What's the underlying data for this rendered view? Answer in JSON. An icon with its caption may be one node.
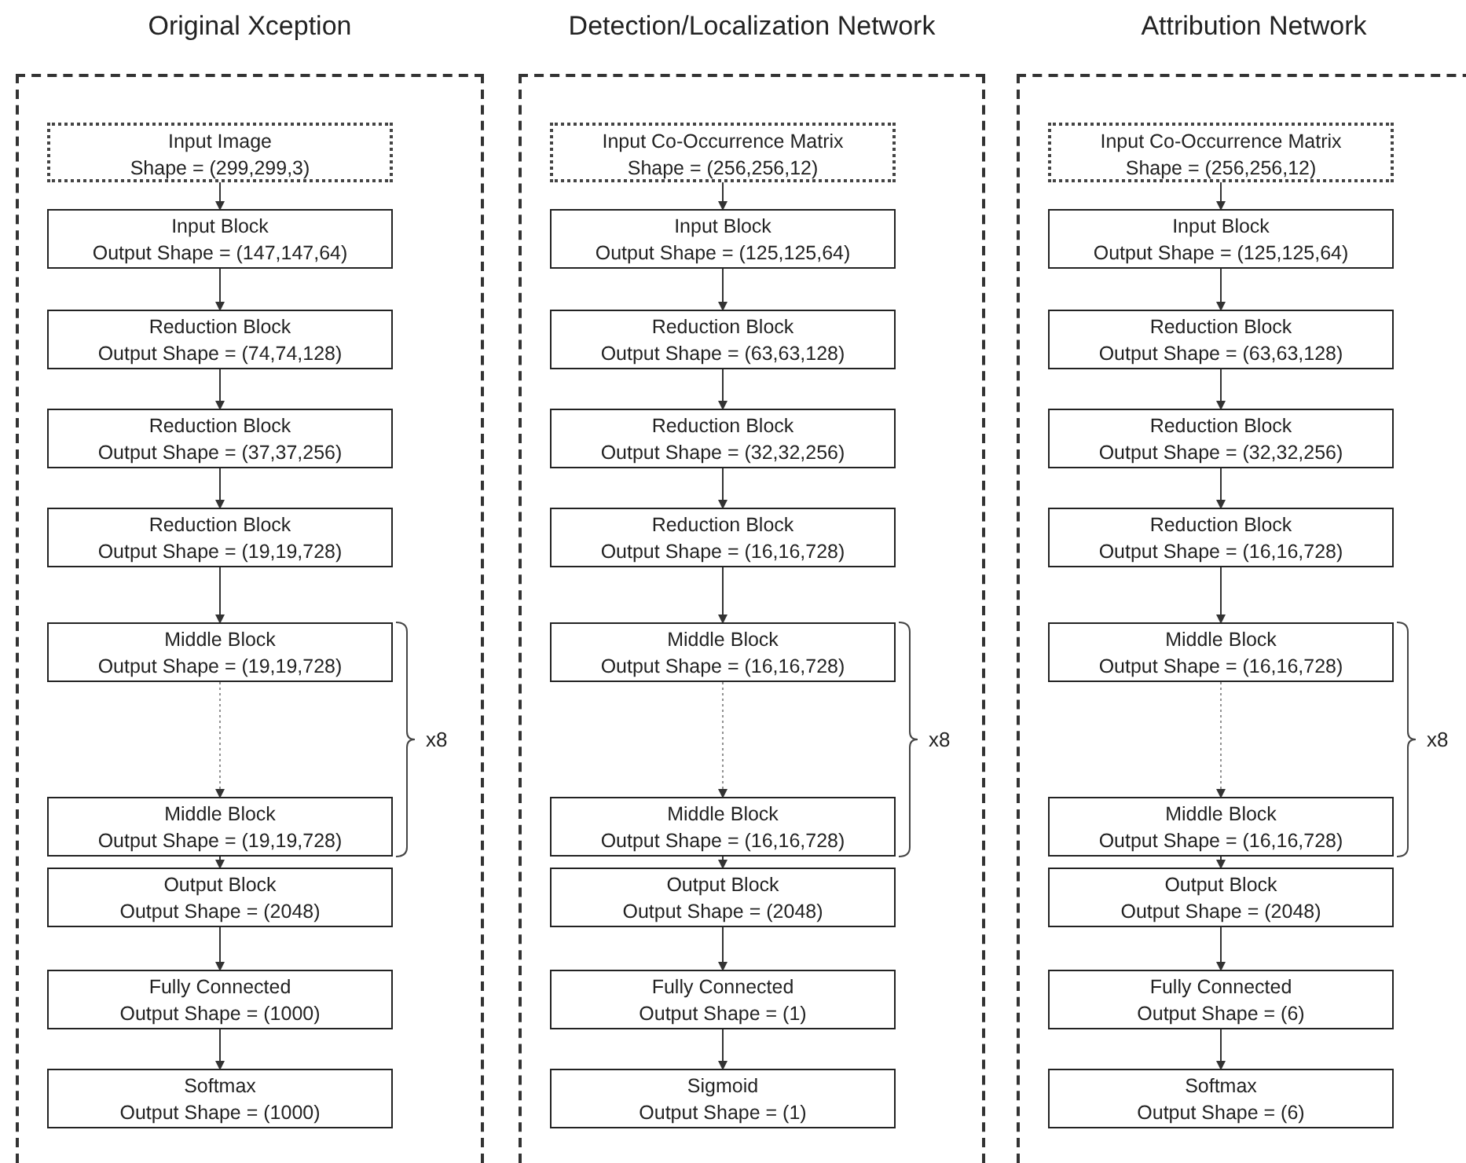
{
  "diagram": {
    "nodes": [
      {
        "text": [
          "Original Xception"
        ]
      },
      {
        "text": [
          "Input Image",
          "Shape = (299,299,3)"
        ],
        "in": 0
      },
      {
        "text": [
          "Input Block",
          "Output Shape = (147,147,64)"
        ],
        "in": 0
      },
      {
        "text": [
          "Reduction Block",
          "Output Shape = (74,74,128)"
        ],
        "in": 0
      },
      {
        "text": [
          "Reduction Block",
          "Output Shape = (37,37,256)"
        ],
        "in": 0
      },
      {
        "text": [
          "Reduction Block",
          "Output Shape = (19,19,728)"
        ],
        "in": 0
      },
      {
        "text": [
          "Middle Block",
          "Output Shape = (19,19,728)"
        ],
        "in": 0
      },
      {
        "text": [
          "Middle Block",
          "Output Shape = (19,19,728)"
        ],
        "in": 0
      },
      {
        "text": [
          "Output Block",
          "Output Shape = (2048)"
        ],
        "in": 0
      },
      {
        "text": [
          "Fully Connected",
          "Output Shape = (1000)"
        ],
        "in": 0
      },
      {
        "text": [
          "Softmax",
          "Output Shape = (1000)"
        ],
        "in": 0
      },
      {
        "text": [
          "Detection/Localization Network"
        ]
      },
      {
        "text": [
          "Input Co-Occurrence Matrix",
          "Shape = (256,256,12)"
        ],
        "in": 11
      },
      {
        "text": [
          "Input Block",
          "Output Shape = (125,125,64)"
        ],
        "in": 11
      },
      {
        "text": [
          "Reduction Block",
          "Output Shape = (63,63,128)"
        ],
        "in": 11
      },
      {
        "text": [
          "Reduction Block",
          "Output Shape = (32,32,256)"
        ],
        "in": 11
      },
      {
        "text": [
          "Reduction Block",
          "Output Shape = (16,16,728)"
        ],
        "in": 11
      },
      {
        "text": [
          "Middle Block",
          "Output Shape = (16,16,728)"
        ],
        "in": 11
      },
      {
        "text": [
          "Middle Block",
          "Output Shape = (16,16,728)"
        ],
        "in": 11
      },
      {
        "text": [
          "Output Block",
          "Output Shape = (2048)"
        ],
        "in": 11
      },
      {
        "text": [
          "Fully Connected",
          "Output Shape = (1)"
        ],
        "in": 11
      },
      {
        "text": [
          "Sigmoid",
          "Output Shape = (1)"
        ],
        "in": 11
      },
      {
        "text": [
          "Attribution Network"
        ]
      },
      {
        "text": [
          "Input Co-Occurrence Matrix",
          "Shape = (256,256,12)"
        ],
        "in": 22
      },
      {
        "text": [
          "Input Block",
          "Output Shape = (125,125,64)"
        ],
        "in": 22
      },
      {
        "text": [
          "Reduction Block",
          "Output Shape = (63,63,128)"
        ],
        "in": 22
      },
      {
        "text": [
          "Reduction Block",
          "Output Shape = (32,32,256)"
        ],
        "in": 22
      },
      {
        "text": [
          "Reduction Block",
          "Output Shape = (16,16,728)"
        ],
        "in": 22
      },
      {
        "text": [
          "Middle Block",
          "Output Shape = (16,16,728)"
        ],
        "in": 22
      },
      {
        "text": [
          "Middle Block",
          "Output Shape = (16,16,728)"
        ],
        "in": 22
      },
      {
        "text": [
          "Output Block",
          "Output Shape = (2048)"
        ],
        "in": 22
      },
      {
        "text": [
          "Fully Connected",
          "Output Shape = (6)"
        ],
        "in": 22
      },
      {
        "text": [
          "Softmax",
          "Output Shape = (6)"
        ],
        "in": 22
      }
    ],
    "edges": [
      {
        "from": 1,
        "to": 2,
        "arrow": "to"
      },
      {
        "from": 2,
        "to": 3,
        "arrow": "to"
      },
      {
        "from": 3,
        "to": 4,
        "arrow": "to"
      },
      {
        "from": 4,
        "to": 5,
        "arrow": "to"
      },
      {
        "from": 5,
        "to": 6,
        "arrow": "to"
      },
      {
        "from": 6,
        "to": 7,
        "arrow": "to",
        "style": "dashed"
      },
      {
        "from": 7,
        "to": 8,
        "arrow": "to"
      },
      {
        "from": 8,
        "to": 9,
        "arrow": "to"
      },
      {
        "from": 9,
        "to": 10,
        "arrow": "to"
      },
      {
        "from": 12,
        "to": 13,
        "arrow": "to"
      },
      {
        "from": 13,
        "to": 14,
        "arrow": "to"
      },
      {
        "from": 14,
        "to": 15,
        "arrow": "to"
      },
      {
        "from": 15,
        "to": 16,
        "arrow": "to"
      },
      {
        "from": 16,
        "to": 17,
        "arrow": "to"
      },
      {
        "from": 17,
        "to": 18,
        "arrow": "to",
        "style": "dashed"
      },
      {
        "from": 18,
        "to": 19,
        "arrow": "to"
      },
      {
        "from": 19,
        "to": 20,
        "arrow": "to"
      },
      {
        "from": 20,
        "to": 21,
        "arrow": "to"
      },
      {
        "from": 23,
        "to": 24,
        "arrow": "to"
      },
      {
        "from": 24,
        "to": 25,
        "arrow": "to"
      },
      {
        "from": 25,
        "to": 26,
        "arrow": "to"
      },
      {
        "from": 26,
        "to": 27,
        "arrow": "to"
      },
      {
        "from": 27,
        "to": 28,
        "arrow": "to"
      },
      {
        "from": 28,
        "to": 29,
        "arrow": "to",
        "style": "dashed"
      },
      {
        "from": 29,
        "to": 30,
        "arrow": "to"
      },
      {
        "from": 30,
        "to": 31,
        "arrow": "to"
      },
      {
        "from": 31,
        "to": 32,
        "arrow": "to"
      }
    ],
    "labels": [
      "x8",
      "x8",
      "x8"
    ]
  }
}
